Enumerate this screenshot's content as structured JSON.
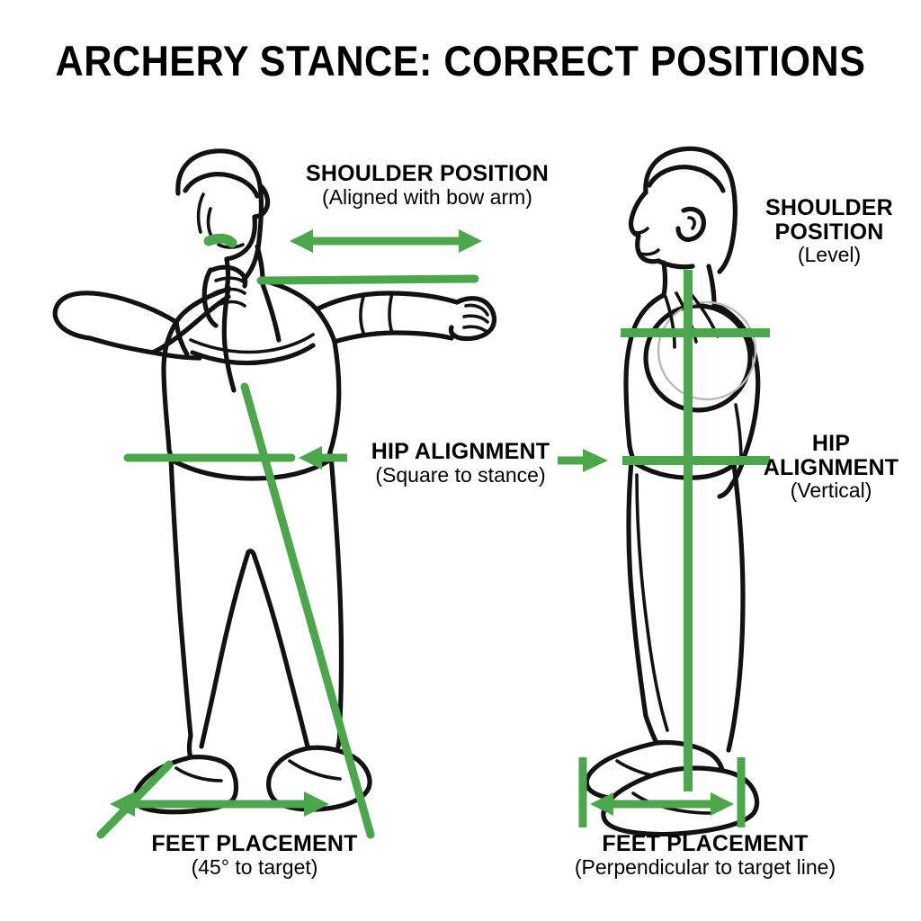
{
  "page": {
    "title": "ARCHERY STANCE: CORRECT POSITIONS",
    "background_color": "#FFFFFF",
    "ink_color": "#121212",
    "accent_color": "#4CA64C"
  },
  "figures": [
    {
      "id": "front-view",
      "name": "archer-front-view",
      "description": "Archer at full draw seen from the front, drawing hand at anchor, bow arm extended"
    },
    {
      "id": "side-view",
      "name": "archer-side-view",
      "description": "Archer standing in profile with vertical plumb line through shoulder, hip and foot"
    }
  ],
  "annotations": {
    "shoulder_left": {
      "heading": "SHOULDER POSITION",
      "sub": "(Aligned with bow arm)",
      "marker": "double-headed-arrow"
    },
    "shoulder_right": {
      "heading_line1": "SHOULDER",
      "heading_line2": "POSITION",
      "sub": "(Level)",
      "marker": "cross-lines"
    },
    "hip_left": {
      "heading": "HIP ALIGNMENT",
      "sub": "(Square to stance)",
      "marker": "horizontal-line-with-arrows"
    },
    "hip_right": {
      "heading_line1": "HIP",
      "heading_line2": "ALIGNMENT",
      "sub": "(Vertical)",
      "marker": "cross-lines"
    },
    "feet_left": {
      "heading": "FEET PLACEMENT",
      "sub": "(45° to target)",
      "marker": "v-lines-with-width-arrow"
    },
    "feet_right": {
      "heading": "FEET PLACEMENT",
      "sub": "(Perpendicular to target line)",
      "marker": "tick-marks-with-width-arrow"
    }
  }
}
